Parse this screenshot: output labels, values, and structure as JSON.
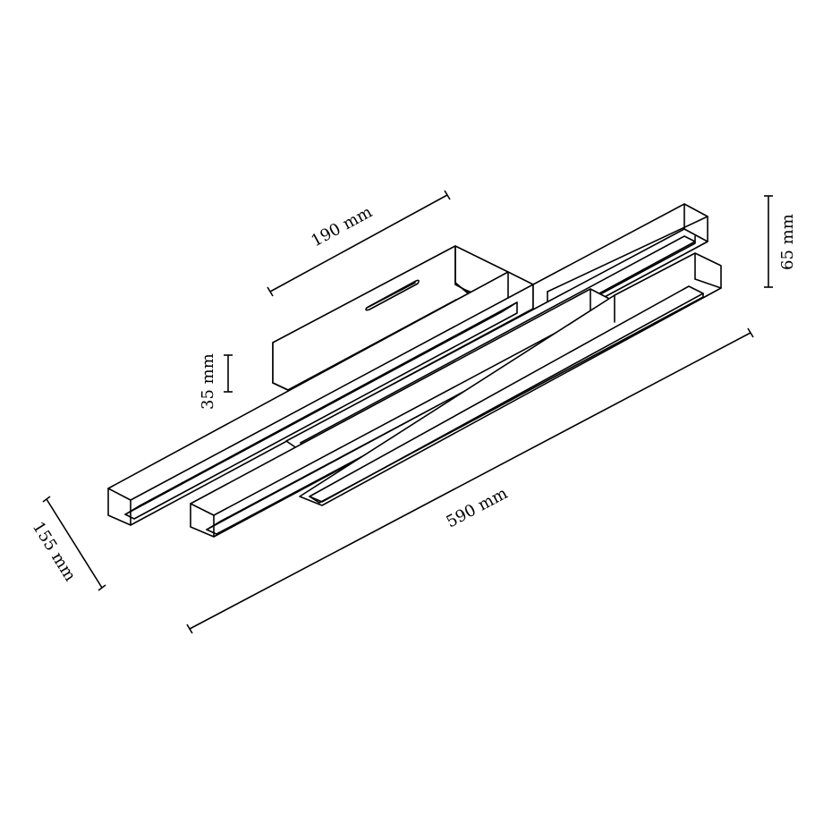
{
  "diagram": {
    "subject": "ceiling-light-fixture",
    "stroke_color": "#000000",
    "background_color": "#ffffff"
  },
  "dimensions": {
    "canopy_length": {
      "label": "190 mm",
      "value": 190,
      "unit": "mm"
    },
    "total_height": {
      "label": "65 mm",
      "value": 65,
      "unit": "mm"
    },
    "canopy_height": {
      "label": "35 mm",
      "value": 35,
      "unit": "mm"
    },
    "depth": {
      "label": "155 mm",
      "value": 155,
      "unit": "mm"
    },
    "total_length": {
      "label": "590 mm",
      "value": 590,
      "unit": "mm"
    }
  }
}
